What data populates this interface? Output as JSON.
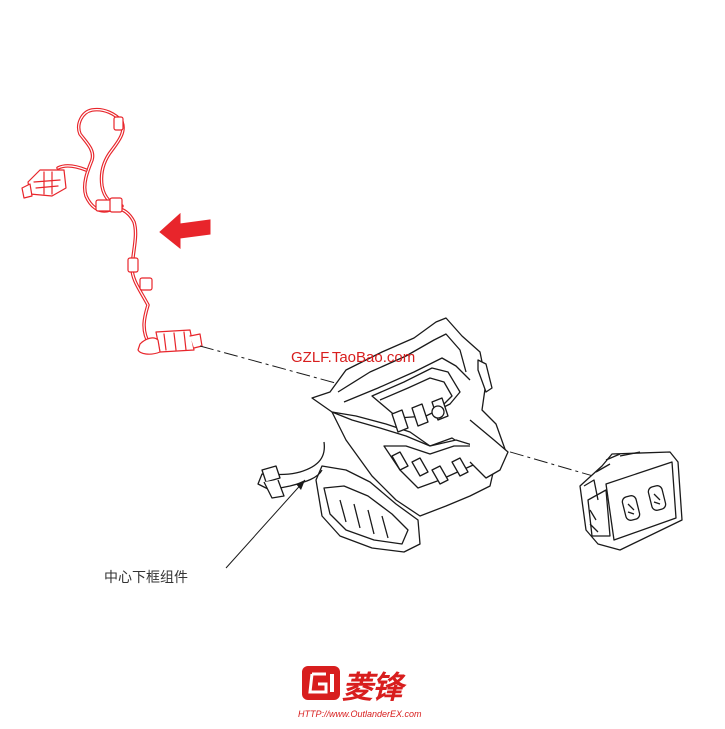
{
  "watermark": {
    "text": "GZLF.TaoBao.com",
    "color": "#d81e1e"
  },
  "callouts": [
    {
      "label": "中心下框组件"
    }
  ],
  "logo": {
    "mark": "GI",
    "text": "菱锋",
    "url": "HTTP://www.OutlanderEX.com",
    "color": "#d81e1e"
  },
  "colors": {
    "highlight": "#e8252b",
    "line": "#1a1a1a",
    "background": "#ffffff"
  },
  "icons": {
    "arrow": "left-pointing-arrow-icon"
  }
}
